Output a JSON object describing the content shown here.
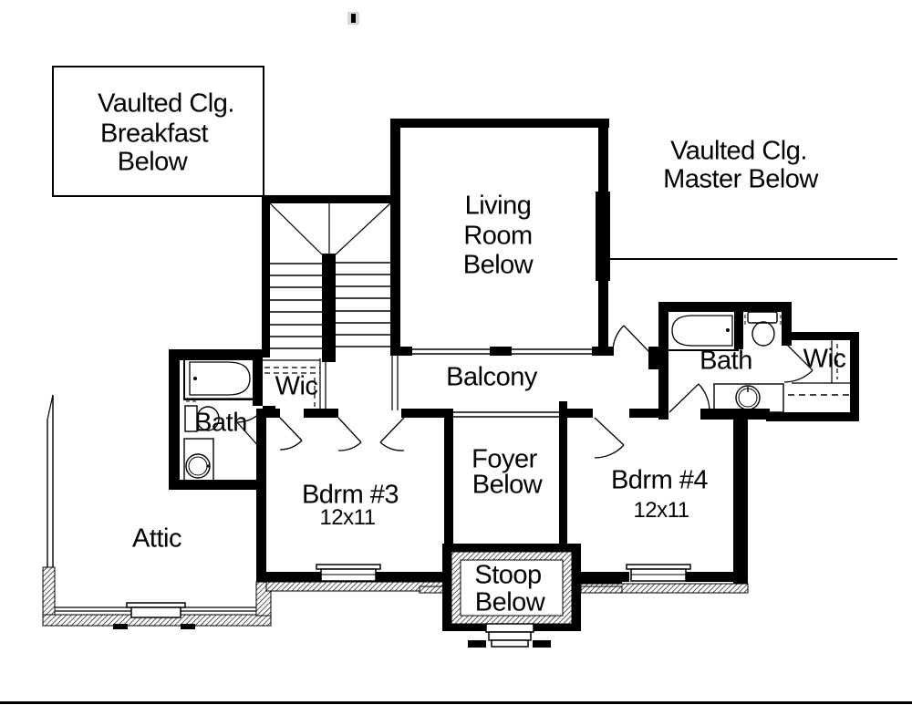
{
  "plan": {
    "type": "floor-plan-second-floor",
    "colors": {
      "ink": "#000000",
      "paper": "#ffffff"
    },
    "rooms": {
      "breakfast": {
        "lines": [
          "Vaulted Clg.",
          "Breakfast",
          "Below"
        ]
      },
      "living": {
        "lines": [
          "Living",
          "Room",
          "Below"
        ]
      },
      "master": {
        "lines": [
          "Vaulted Clg.",
          "Master Below"
        ]
      },
      "balcony": {
        "label": "Balcony"
      },
      "bath_left": {
        "label": "Bath"
      },
      "wic_left": {
        "label": "Wic"
      },
      "bath_right": {
        "label": "Bath"
      },
      "wic_right": {
        "label": "Wic"
      },
      "bdrm3": {
        "label": "Bdrm #3",
        "dims": "12x11"
      },
      "bdrm4": {
        "label": "Bdrm #4",
        "dims": "12x11"
      },
      "foyer": {
        "lines": [
          "Foyer",
          "Below"
        ]
      },
      "attic": {
        "label": "Attic"
      },
      "stoop": {
        "lines": [
          "Stoop",
          "Below"
        ]
      }
    }
  }
}
